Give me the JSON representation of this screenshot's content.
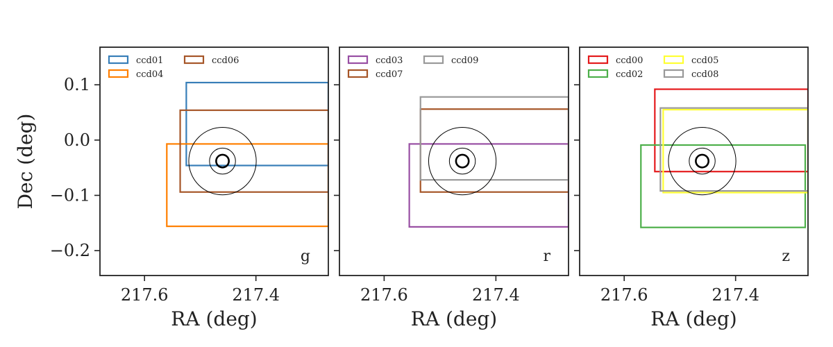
{
  "chart_data": [
    {
      "type": "rectangles",
      "band": "g",
      "xlabel": "RA (deg)",
      "ylabel": "Dec (deg)",
      "xlim": [
        217.68,
        217.27
      ],
      "ylim": [
        -0.245,
        0.168
      ],
      "xticks": [
        217.6,
        217.4
      ],
      "xtick_labels": [
        "217.6",
        "217.4"
      ],
      "yticks": [
        0.1,
        0.0,
        -0.1,
        -0.2
      ],
      "ytick_labels": [
        "0.1",
        "0.0",
        "−0.1",
        "−0.2"
      ],
      "legend": {
        "position": "top-left",
        "columns": 2
      },
      "series": [
        {
          "name": "ccd01",
          "color": "#377eb8",
          "ra_min": 217.27,
          "ra_max": 217.525,
          "dec_min": -0.046,
          "dec_max": 0.104
        },
        {
          "name": "ccd04",
          "color": "#ff7f00",
          "ra_min": 217.27,
          "ra_max": 217.56,
          "dec_min": -0.156,
          "dec_max": -0.007
        },
        {
          "name": "ccd06",
          "color": "#a65628",
          "ra_min": 217.27,
          "ra_max": 217.536,
          "dec_min": -0.094,
          "dec_max": 0.054
        }
      ],
      "circles": {
        "center_ra": 217.46,
        "center_dec": -0.038,
        "radii_deg": [
          0.061,
          0.0235,
          0.0115
        ]
      }
    },
    {
      "type": "rectangles",
      "band": "r",
      "xlabel": "RA (deg)",
      "ylabel": "",
      "xlim": [
        217.68,
        217.27
      ],
      "ylim": [
        -0.245,
        0.168
      ],
      "xticks": [
        217.6,
        217.4
      ],
      "xtick_labels": [
        "217.6",
        "217.4"
      ],
      "yticks": [
        0.1,
        0.0,
        -0.1,
        -0.2
      ],
      "ytick_labels": [],
      "legend": {
        "position": "top-left",
        "columns": 2
      },
      "series": [
        {
          "name": "ccd03",
          "color": "#984ea3",
          "ra_min": 217.27,
          "ra_max": 217.555,
          "dec_min": -0.157,
          "dec_max": -0.007
        },
        {
          "name": "ccd07",
          "color": "#a65628",
          "ra_min": 217.27,
          "ra_max": 217.535,
          "dec_min": -0.094,
          "dec_max": 0.056
        },
        {
          "name": "ccd09",
          "color": "#999999",
          "ra_min": 217.27,
          "ra_max": 217.535,
          "dec_min": -0.072,
          "dec_max": 0.078
        }
      ],
      "circles": {
        "center_ra": 217.46,
        "center_dec": -0.038,
        "radii_deg": [
          0.061,
          0.0235,
          0.0115
        ]
      }
    },
    {
      "type": "rectangles",
      "band": "z",
      "xlabel": "RA (deg)",
      "ylabel": "",
      "xlim": [
        217.68,
        217.27
      ],
      "ylim": [
        -0.245,
        0.168
      ],
      "xticks": [
        217.6,
        217.4
      ],
      "xtick_labels": [
        "217.6",
        "217.4"
      ],
      "yticks": [
        0.1,
        0.0,
        -0.1,
        -0.2
      ],
      "ytick_labels": [],
      "legend": {
        "position": "top-left",
        "columns": 2
      },
      "series": [
        {
          "name": "ccd00",
          "color": "#e41a1c",
          "ra_min": 217.27,
          "ra_max": 217.545,
          "dec_min": -0.057,
          "dec_max": 0.092
        },
        {
          "name": "ccd02",
          "color": "#4daf4a",
          "ra_min": 217.275,
          "ra_max": 217.57,
          "dec_min": -0.158,
          "dec_max": -0.009
        },
        {
          "name": "ccd05",
          "color": "#ffff33",
          "ra_min": 217.27,
          "ra_max": 217.53,
          "dec_min": -0.095,
          "dec_max": 0.055
        },
        {
          "name": "ccd08",
          "color": "#999999",
          "ra_min": 217.27,
          "ra_max": 217.535,
          "dec_min": -0.092,
          "dec_max": 0.058
        }
      ],
      "circles": {
        "center_ra": 217.46,
        "center_dec": -0.038,
        "radii_deg": [
          0.061,
          0.0235,
          0.0115
        ]
      }
    }
  ]
}
